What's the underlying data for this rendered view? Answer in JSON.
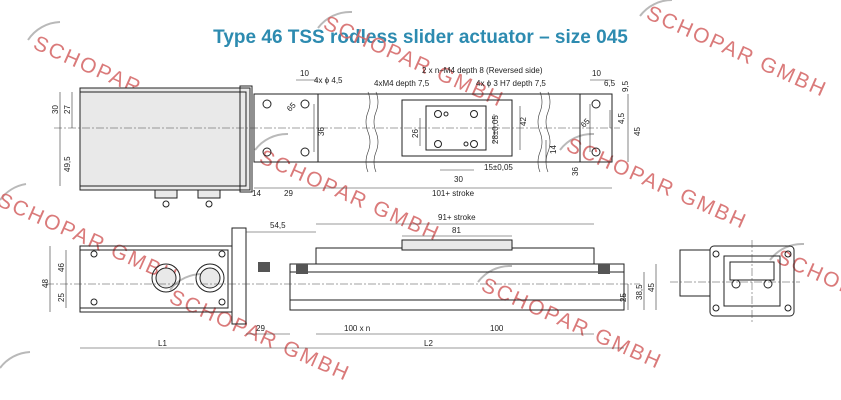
{
  "title": "Type 46 TSS rodless slider actuator – size 045",
  "colors": {
    "title": "#2d8bb0",
    "watermark": "#d36363",
    "line": "#222222"
  },
  "watermark_text": "SCHOPAR GMBH",
  "top_view_dims": {
    "d10a": "10",
    "holes_45": "4x ϕ 4,5",
    "m4_depth": "2 x n–M4 depth 8 (Reversed side)",
    "m4_4x": "4xM4 depth 7,5",
    "pin_h7": "4x ϕ 3 H7 depth 7,5",
    "d10b": "10",
    "d6_5": "6,5",
    "d9_5": "9,5",
    "d30": "30",
    "d27": "27",
    "d49_5": "49,5",
    "d65a": "65",
    "d36a": "36",
    "d26": "26",
    "d28": "28±0,05",
    "d42": "42",
    "d65b": "65",
    "d4_5": "4,5",
    "d45": "45",
    "d14a": "14",
    "d36b": "36",
    "d15": "15±0,05",
    "d30b": "30",
    "d14b": "14",
    "d29": "29",
    "d101": "101+ stroke"
  },
  "front_view_dims": {
    "d54_5": "54,5",
    "d91": "91+ stroke",
    "d81": "81",
    "d48": "48",
    "d46": "46",
    "d25": "25",
    "d29": "29",
    "d100xn": "100 x n",
    "d100": "100",
    "L1": "L1",
    "L2": "L2",
    "d25b": "25",
    "d38_5": "38,5",
    "d45": "45"
  }
}
